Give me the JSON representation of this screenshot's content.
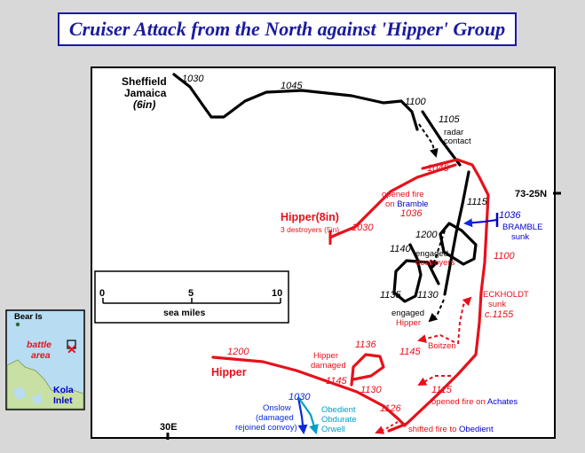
{
  "title": "Cruiser Attack from the North against 'Hipper' Group",
  "colors": {
    "british": "#000000",
    "german": "#e8101a",
    "bramble": "#0000cc",
    "destroyers_blue": "#0a2adc",
    "destroyers_cyan": "#00a0c8",
    "title": "#1a1aa0",
    "sea": "#ffffff"
  },
  "force_labels": {
    "sheffield": "Sheffield",
    "jamaica": "Jamaica",
    "sheffield_guns": "(6in)",
    "hipper_a": "Hipper(8in)",
    "hipper_a_sub": "3 destroyers (5in)",
    "hipper_b": "Hipper"
  },
  "british_times": {
    "t1030": "1030",
    "t1045": "1045",
    "t1100": "1100",
    "t1105": "1105",
    "t1115": "1115",
    "t1200": "1200",
    "t1140": "1140",
    "t1135": "1135",
    "t1130": "1130"
  },
  "german_times": {
    "t1045": "1045",
    "t1036": "1036",
    "t1030": "1030",
    "t1100": "1100",
    "t1155": "c.1155",
    "t1145b": "1145",
    "t1136": "1136",
    "t1145": "1145",
    "t1130": "1130",
    "t1115": "1115",
    "t1126": "1126",
    "t1200": "1200"
  },
  "annotations": {
    "radar_1": "radar",
    "radar_2": "contact",
    "opened_fire_1": "opened fire",
    "opened_fire_2_pre": "on ",
    "opened_fire_2_ship": "Bramble",
    "engaged_1": "engaged",
    "engaged_2": "destroyers",
    "engaged_hipper_1": "engaged",
    "engaged_hipper_2": "Hipper",
    "eckholdt_1": "ECKHOLDT",
    "eckholdt_2": "sunk",
    "boitzen": "Boitzen",
    "hipper_damaged_1": "Hipper",
    "hipper_damaged_2": "damaged",
    "achates_pre": "opened fire on ",
    "achates_ship": "Achates",
    "shifted_pre": "shifted fire to ",
    "shifted_ship": "Obedient",
    "bramble_time": "1036",
    "bramble_1": "BRAMBLE",
    "bramble_2": "sunk",
    "onslow_time": "1030",
    "onslow_1": "Onslow",
    "onslow_2": "(damaged",
    "onslow_3": "rejoined convoy)",
    "obedient_1": "Obedient",
    "obedient_2": "Obdurate",
    "obedient_3": "Orwell"
  },
  "grid": {
    "lat": "73-25N",
    "lon": "30E"
  },
  "scale_bar": {
    "ticks": [
      "0",
      "5",
      "10"
    ],
    "unit": "sea miles"
  },
  "inset": {
    "bear_island": "Bear Is",
    "battle_1": "battle",
    "battle_2": "area",
    "kola_1": "Kola",
    "kola_2": "Inlet"
  }
}
